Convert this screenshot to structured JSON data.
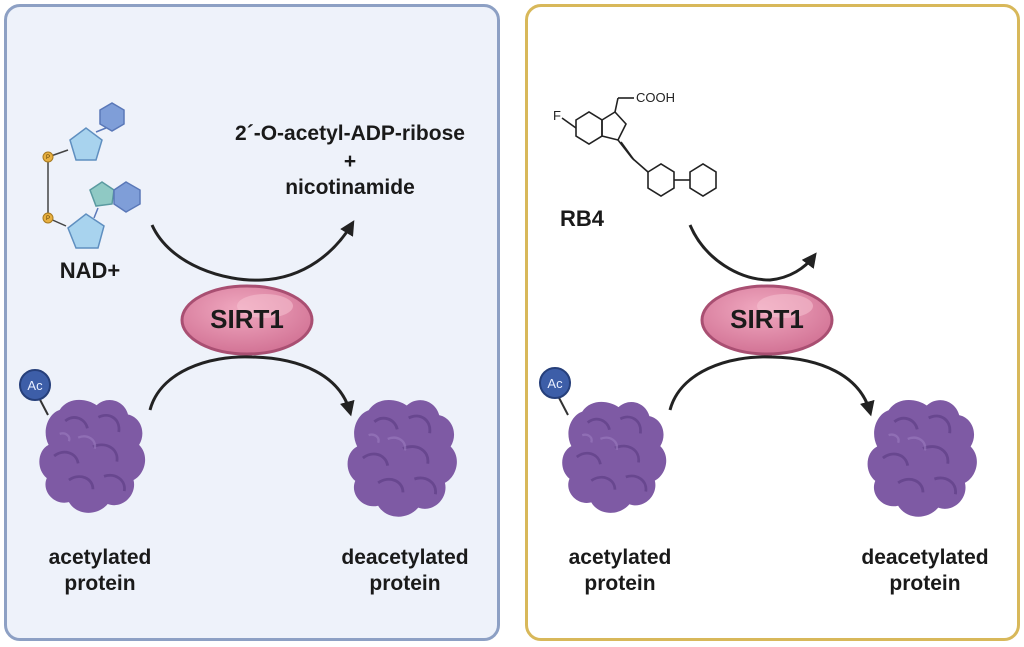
{
  "left_panel": {
    "substrate_label": "NAD+",
    "products_line1": "2´-O-acetyl-ADP-ribose",
    "products_line2": "+",
    "products_line3": "nicotinamide",
    "enzyme_label": "SIRT1",
    "acetyl_tag": "Ac",
    "phosphate_tag": "P",
    "acetylated_line1": "acetylated",
    "acetylated_line2": "protein",
    "deacetylated_line1": "deacetylated",
    "deacetylated_line2": "protein"
  },
  "right_panel": {
    "compound_label": "RB4",
    "cooh_label": "COOH",
    "fluoro_label": "F",
    "enzyme_label": "SIRT1",
    "acetyl_tag": "Ac",
    "acetylated_line1": "acetylated",
    "acetylated_line2": "protein",
    "deacetylated_line1": "deacetylated",
    "deacetylated_line2": "protein"
  },
  "colors": {
    "left_border": "#8da0c4",
    "left_bg": "#eef2fa",
    "right_border": "#d8b85a",
    "enzyme_fill": "#d97a9a",
    "protein_fill": "#7e5aa4",
    "acetyl_fill": "#3d5ea8"
  }
}
